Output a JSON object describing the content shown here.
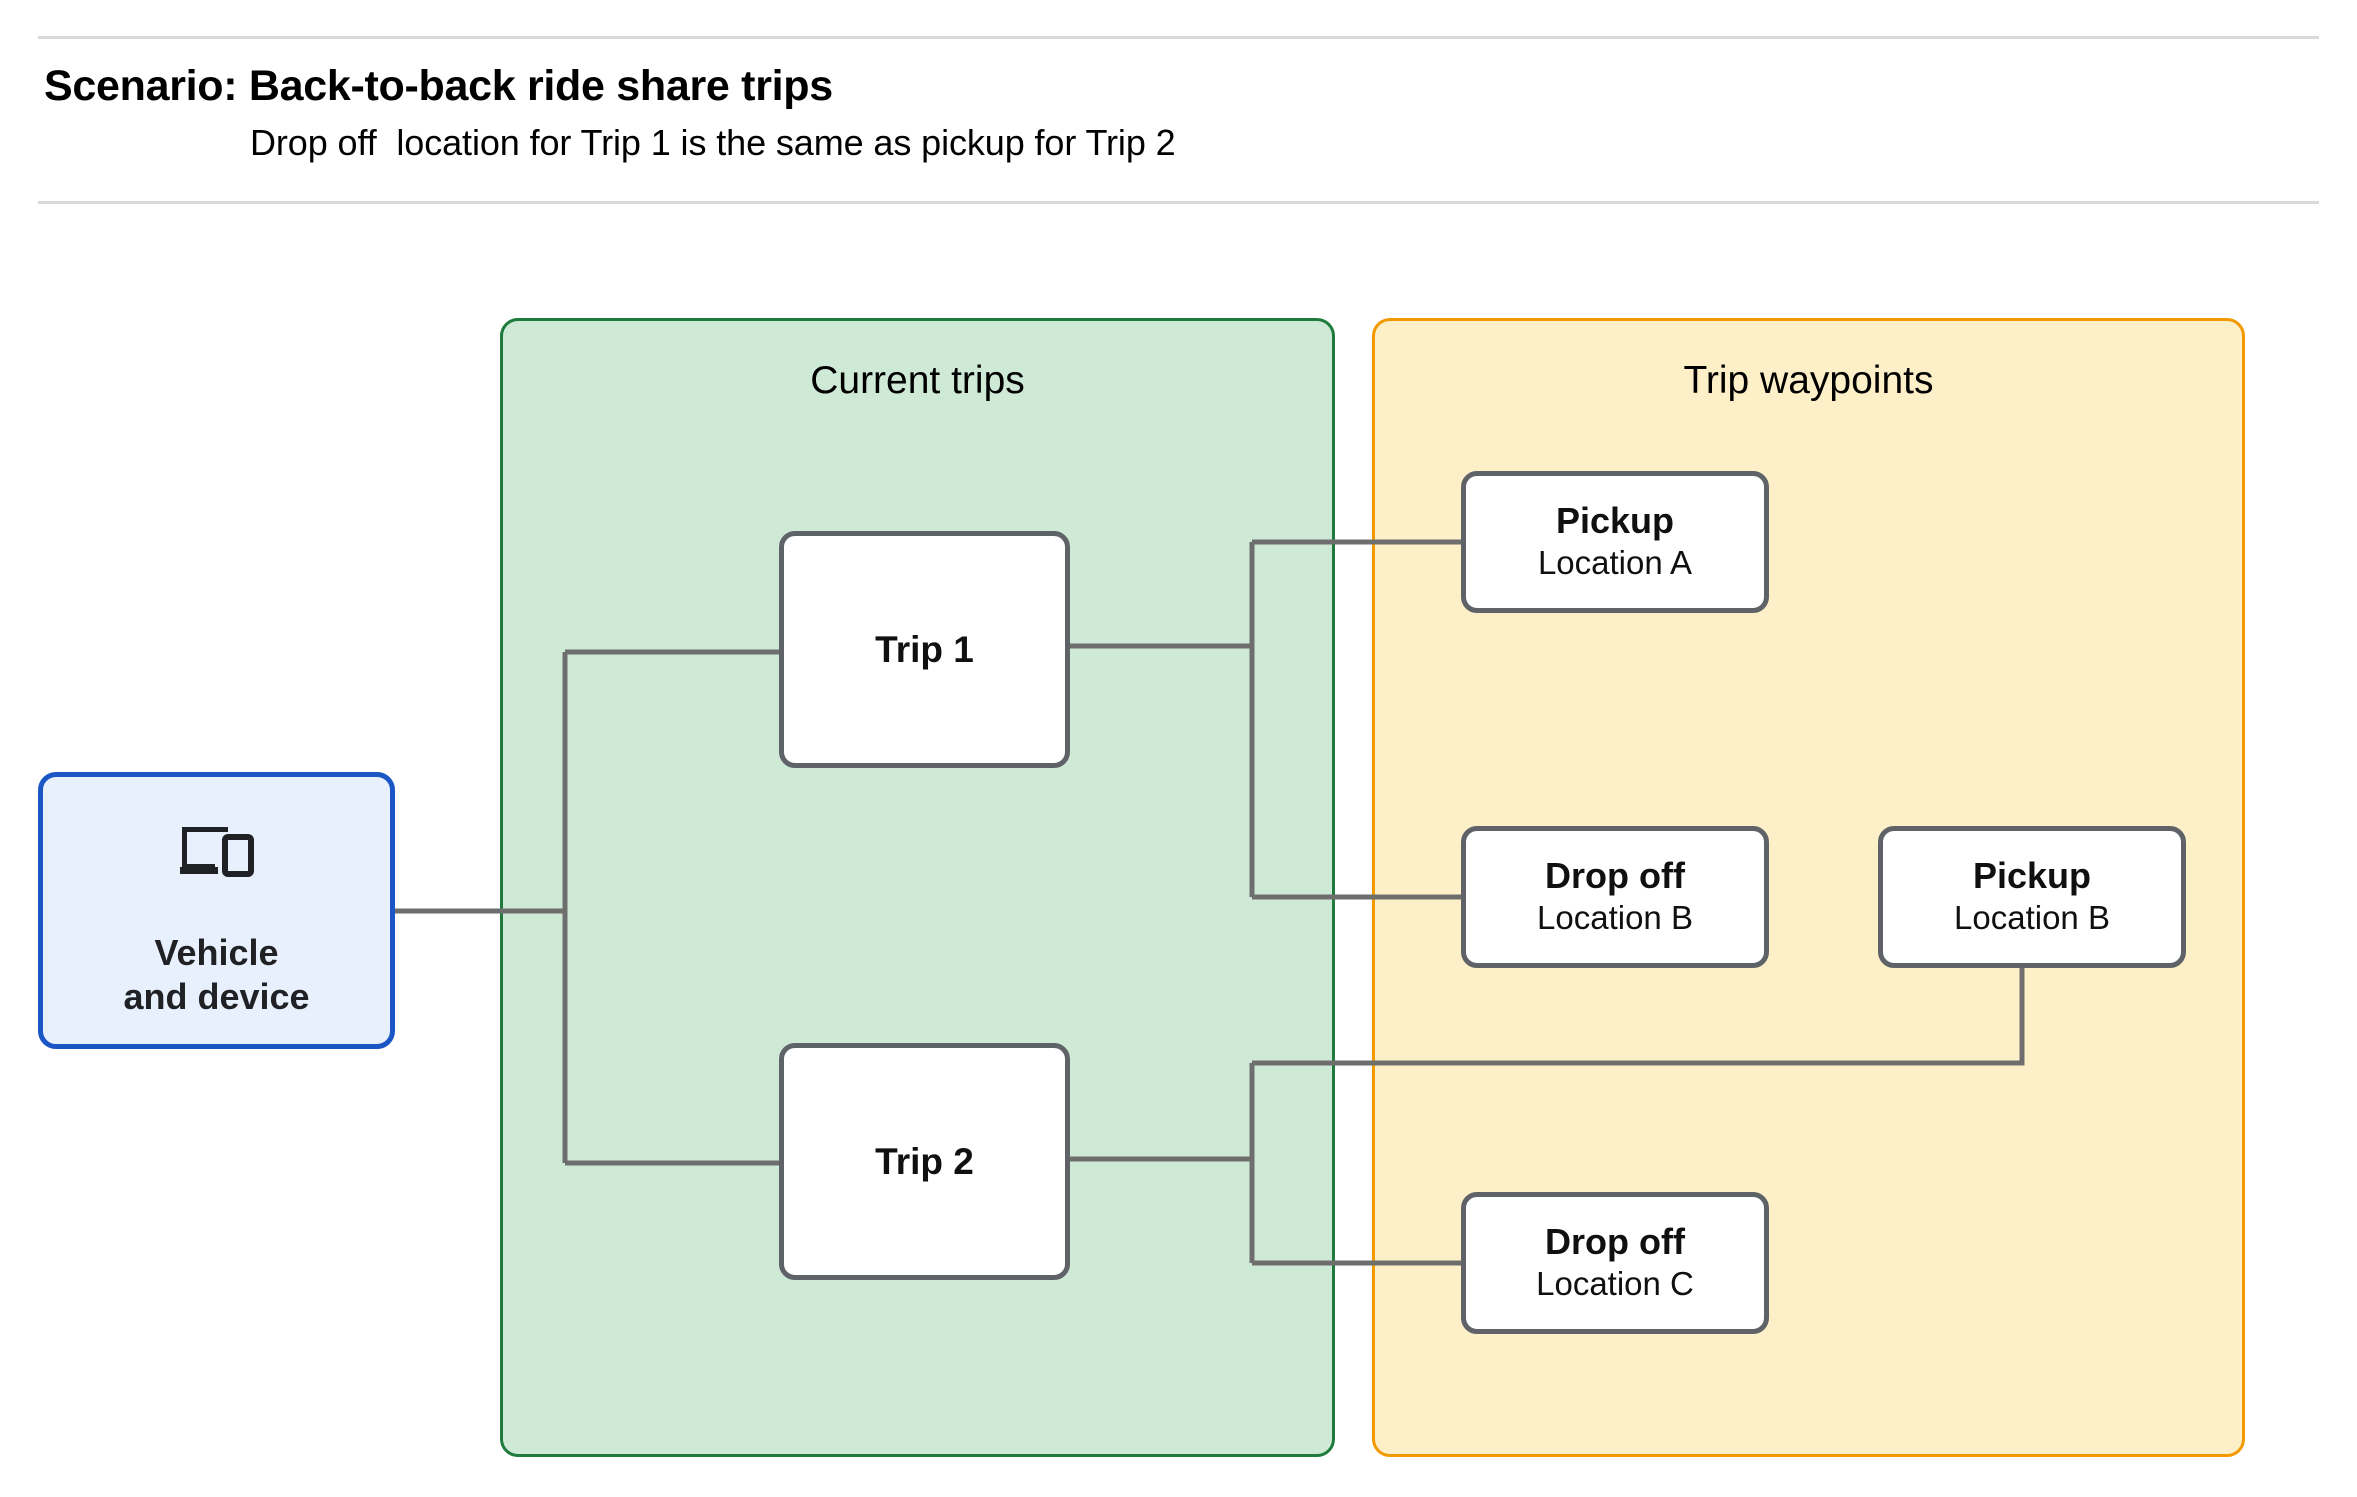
{
  "header": {
    "title": "Scenario: Back-to-back ride share trips",
    "subtitle": "Drop off  location for Trip 1 is the same as pickup for Trip 2"
  },
  "vehicle": {
    "label": "Vehicle\nand device",
    "icon": "devices-icon",
    "fill": "#e8f0fe",
    "border": "#1a56c4"
  },
  "groups": {
    "current_trips": {
      "title": "Current trips",
      "fill": "#ceead6",
      "border": "#1e7b3c"
    },
    "trip_waypoints": {
      "title": "Trip waypoints",
      "fill": "#fdf0c8",
      "border": "#f29900"
    }
  },
  "trips": [
    {
      "label": "Trip 1"
    },
    {
      "label": "Trip 2"
    }
  ],
  "waypoints": [
    {
      "type": "Pickup",
      "location": "Location A"
    },
    {
      "type": "Drop off",
      "location": "Location B"
    },
    {
      "type": "Pickup",
      "location": "Location B"
    },
    {
      "type": "Drop off",
      "location": "Location C"
    }
  ],
  "colors": {
    "connector": "#6e6e6e",
    "node_border": "#5f6368",
    "rule": "#d9d9d9",
    "text": "#101010"
  }
}
